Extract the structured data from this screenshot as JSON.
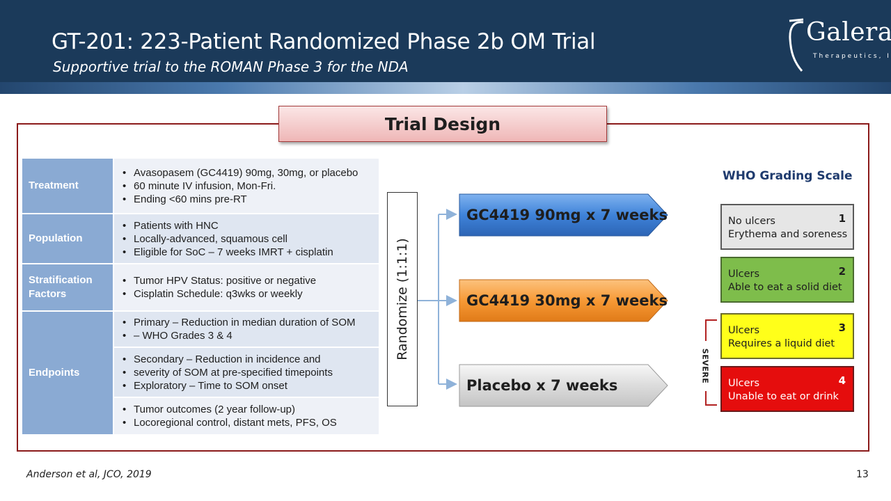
{
  "header": {
    "title": "GT-201: 223-Patient Randomized Phase 2b OM Trial",
    "subtitle": "Supportive trial to the ROMAN Phase 3 for the NDA"
  },
  "logo": {
    "word": "Galera",
    "tagline": "Therapeutics, Inc"
  },
  "section_title": "Trial Design",
  "table": {
    "rows": [
      {
        "label": "Treatment",
        "bullets": [
          "Avasopasem (GC4419) 90mg, 30mg, or placebo",
          "60 minute IV infusion, Mon-Fri.",
          "Ending <60 mins pre-RT"
        ]
      },
      {
        "label": "Population",
        "bullets": [
          "Patients with HNC",
          "Locally-advanced, squamous cell",
          "Eligible for SoC – 7 weeks IMRT + cisplatin"
        ]
      },
      {
        "label_lines": [
          "Stratification",
          "Factors"
        ],
        "bullets": [
          "Tumor HPV Status: positive or negative",
          "Cisplatin Schedule: q3wks or weekly"
        ]
      },
      {
        "label": "Endpoints",
        "groups": [
          {
            "bullets": [
              "Primary – Reduction in median duration of SOM",
              "– WHO Grades 3 & 4"
            ]
          },
          {
            "bullets": [
              "Secondary – Reduction in incidence and",
              "severity of SOM at pre-specified timepoints",
              "Exploratory – Time to SOM onset"
            ]
          },
          {
            "bullets": [
              "Tumor outcomes (2 year follow-up)",
              "Locoregional control, distant mets, PFS, OS"
            ]
          }
        ]
      }
    ]
  },
  "randomize_label": "Randomize (1:1:1)",
  "arms": [
    {
      "label": "GC4419 90mg x 7 weeks",
      "color": "#3f83d9"
    },
    {
      "label": "GC4419 30mg x 7 weeks",
      "color": "#f79a36"
    },
    {
      "label": "Placebo x 7 weeks",
      "color": "#d9d9d9"
    }
  ],
  "who_scale": {
    "title": "WHO Grading Scale",
    "grades": [
      {
        "num": "1",
        "line1": "No ulcers",
        "line2": "Erythema and soreness",
        "color": "#e6e6e6"
      },
      {
        "num": "2",
        "line1": "Ulcers",
        "line2": "Able to eat a solid diet",
        "color": "#7ebd4b"
      },
      {
        "num": "3",
        "line1": "Ulcers",
        "line2": "Requires a liquid diet",
        "color": "#ffff1a"
      },
      {
        "num": "4",
        "line1": "Ulcers",
        "line2": "Unable to eat or drink",
        "color": "#e50d0d"
      }
    ],
    "severe_label": "SEVERE"
  },
  "footnote": "Anderson et al, JCO, 2019",
  "page_number": "13"
}
